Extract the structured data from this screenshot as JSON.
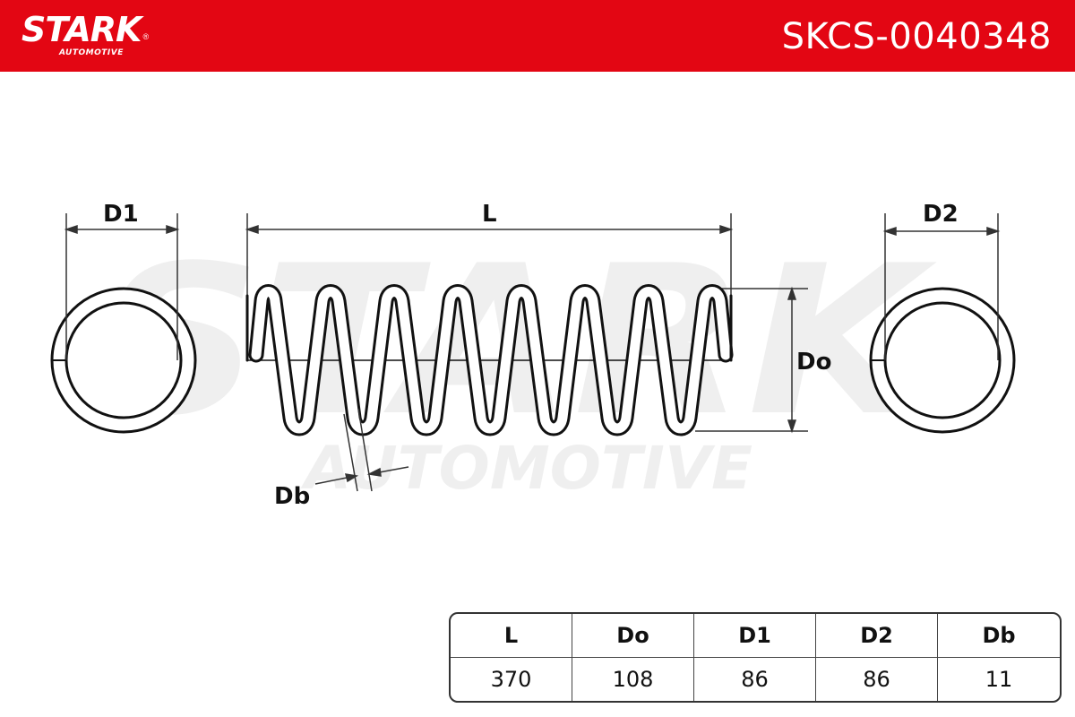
{
  "header": {
    "brand": "STARK",
    "brand_sub": "AUTOMOTIVE",
    "registered_mark": "®",
    "part_number": "SKCS-0040348",
    "bar_color": "#e30613"
  },
  "watermark": {
    "main": "STARK",
    "sub": "AUTOMOTIVE",
    "registered_mark": "®"
  },
  "labels": {
    "d1": "D1",
    "l": "L",
    "d2": "D2",
    "do": "Do",
    "db": "Db"
  },
  "spec_table": {
    "headers": [
      "L",
      "Do",
      "D1",
      "D2",
      "Db"
    ],
    "values": [
      "370",
      "108",
      "86",
      "86",
      "11"
    ]
  }
}
